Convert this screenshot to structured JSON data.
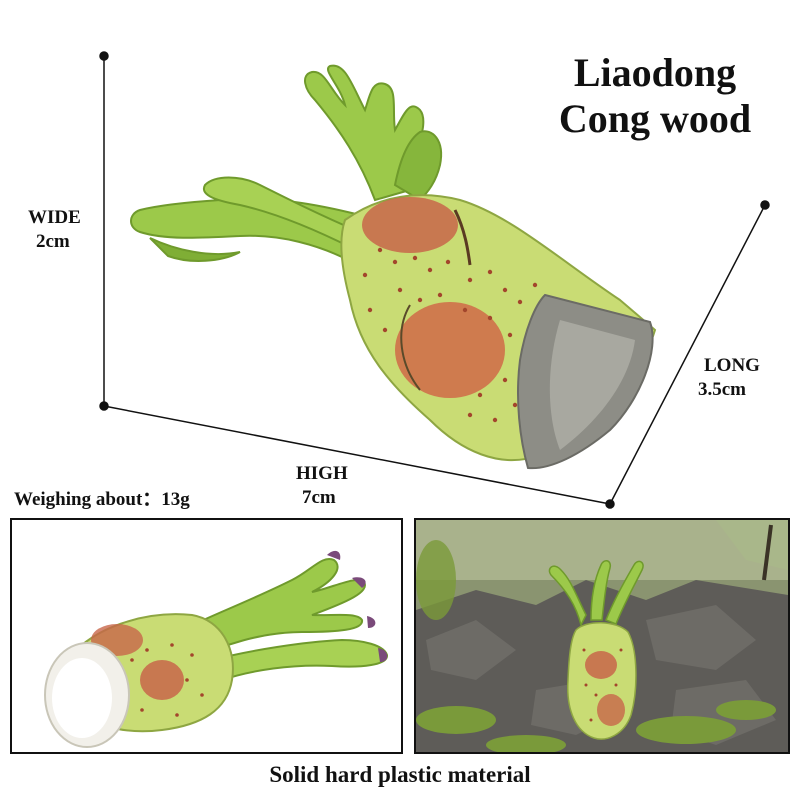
{
  "title": {
    "line1": "Liaodong",
    "line2": "Cong wood"
  },
  "dimensions": {
    "wide": {
      "label": "WIDE",
      "value": "2cm"
    },
    "long": {
      "label": "LONG",
      "value": "3.5cm"
    },
    "high": {
      "label": "HIGH",
      "value": "7cm"
    }
  },
  "weight_text": "Weighing about：13g",
  "footer_text": "Solid hard plastic material",
  "colors": {
    "stem_green": "#9cc94a",
    "bulb_green": "#c9dc74",
    "spot_brown": "#a3462c",
    "cut_gray": "#8d8d86",
    "rock_gray": "#5e5c58",
    "moss_green": "#7a9a3a"
  }
}
